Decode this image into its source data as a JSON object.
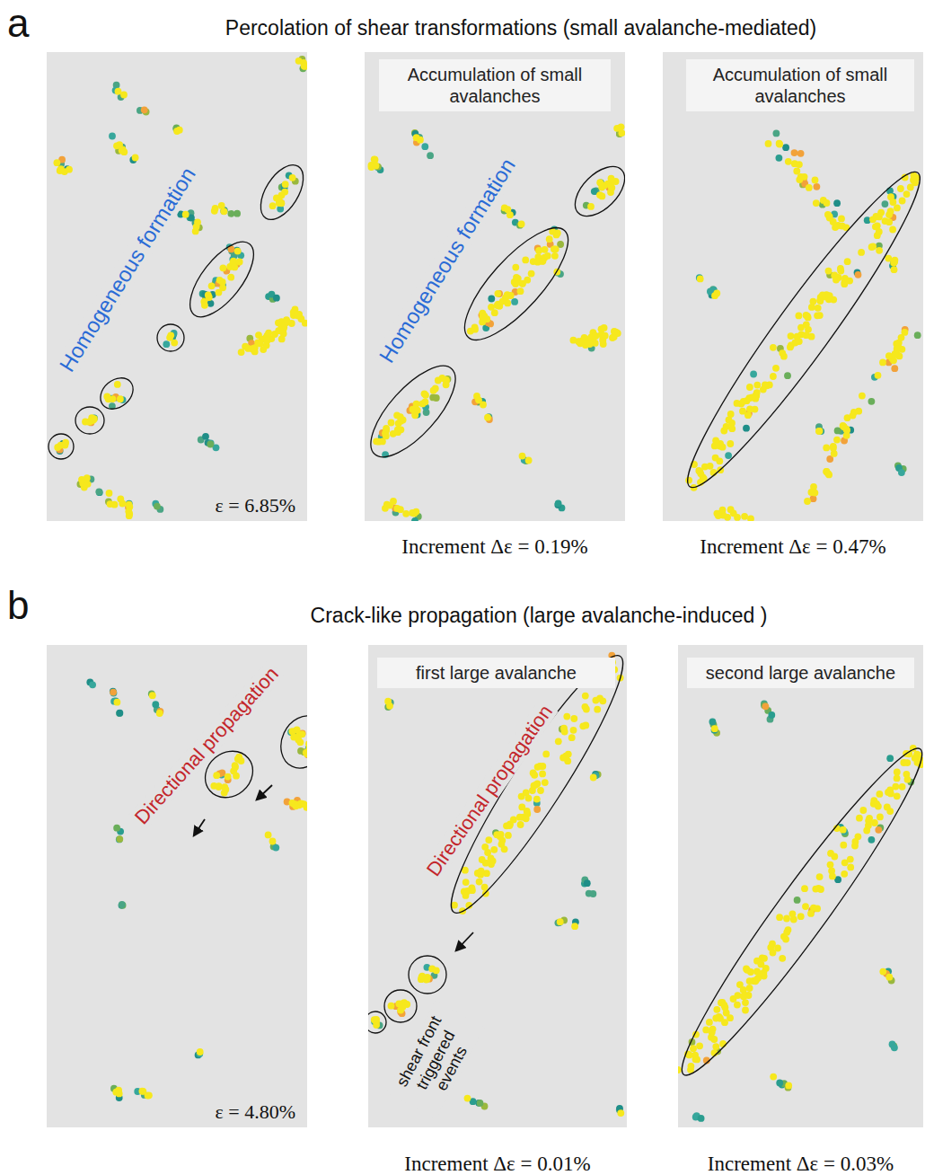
{
  "diagram": {
    "nodes": [
      {
        "text": [
          "Homogeneous formation",
          "ε = 6.85%"
        ]
      },
      {
        "text": [
          "Homogeneous formation",
          "Increment Δε = 0.19%"
        ]
      },
      {
        "text": [
          "Accumulation of small avalanches"
        ],
        "in": 1
      },
      {
        "text": [
          "Increment Δε = 0.47%"
        ]
      },
      {
        "text": [
          "Accumulation of small avalanches"
        ],
        "in": 3
      },
      {
        "text": [
          "Directional propagation",
          "ε = 4.80%"
        ]
      },
      {
        "text": [
          "Directional propagation",
          "shear front triggered events",
          "Increment Δε = 0.01%"
        ]
      },
      {
        "text": [
          "first large avalanche"
        ],
        "in": 6
      },
      {
        "text": [
          "Increment Δε = 0.03%"
        ]
      },
      {
        "text": [
          "second large avalanche"
        ],
        "in": 8
      }
    ],
    "labels": [
      "a",
      "Percolation of shear transformations (small avalanche-mediated)",
      "b",
      "Crack-like propagation (large avalanche-induced )"
    ]
  }
}
